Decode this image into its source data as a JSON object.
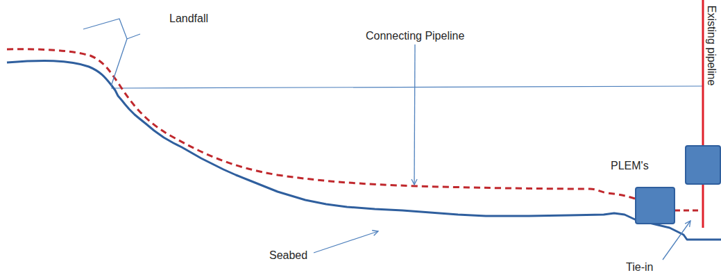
{
  "diagram": {
    "labels": [
      "Landfall",
      "Connecting Pipeline",
      "Existing pipeline",
      "PLEM's",
      "Seabed",
      "Tie-in"
    ]
  }
}
